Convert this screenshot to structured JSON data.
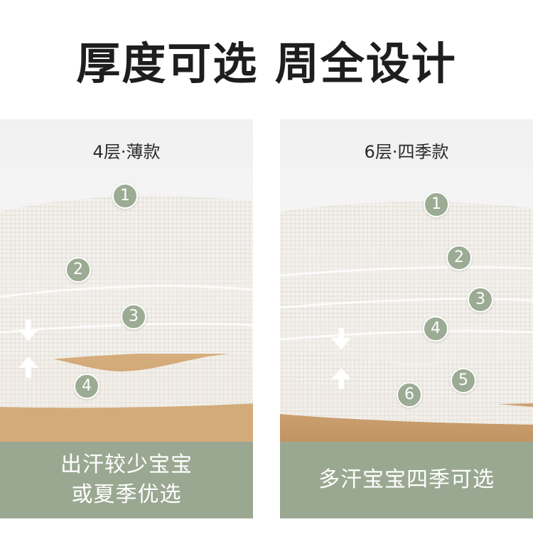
{
  "title": "厚度可选 周全设计",
  "panels": [
    {
      "label": "4层·薄款",
      "badges": [
        "1",
        "2",
        "3",
        "4"
      ],
      "caption_lines": [
        "出汗较少宝宝",
        "或夏季优选"
      ]
    },
    {
      "label": "6层·四季款",
      "badges": [
        "1",
        "2",
        "3",
        "4",
        "5",
        "6"
      ],
      "caption_lines": [
        "多汗宝宝四季可选"
      ]
    }
  ],
  "colors": {
    "badge": "#9cab93",
    "caption_bg": "#9aa892",
    "table_wood": "#c9a06e",
    "title_text": "#1e1e1e"
  }
}
